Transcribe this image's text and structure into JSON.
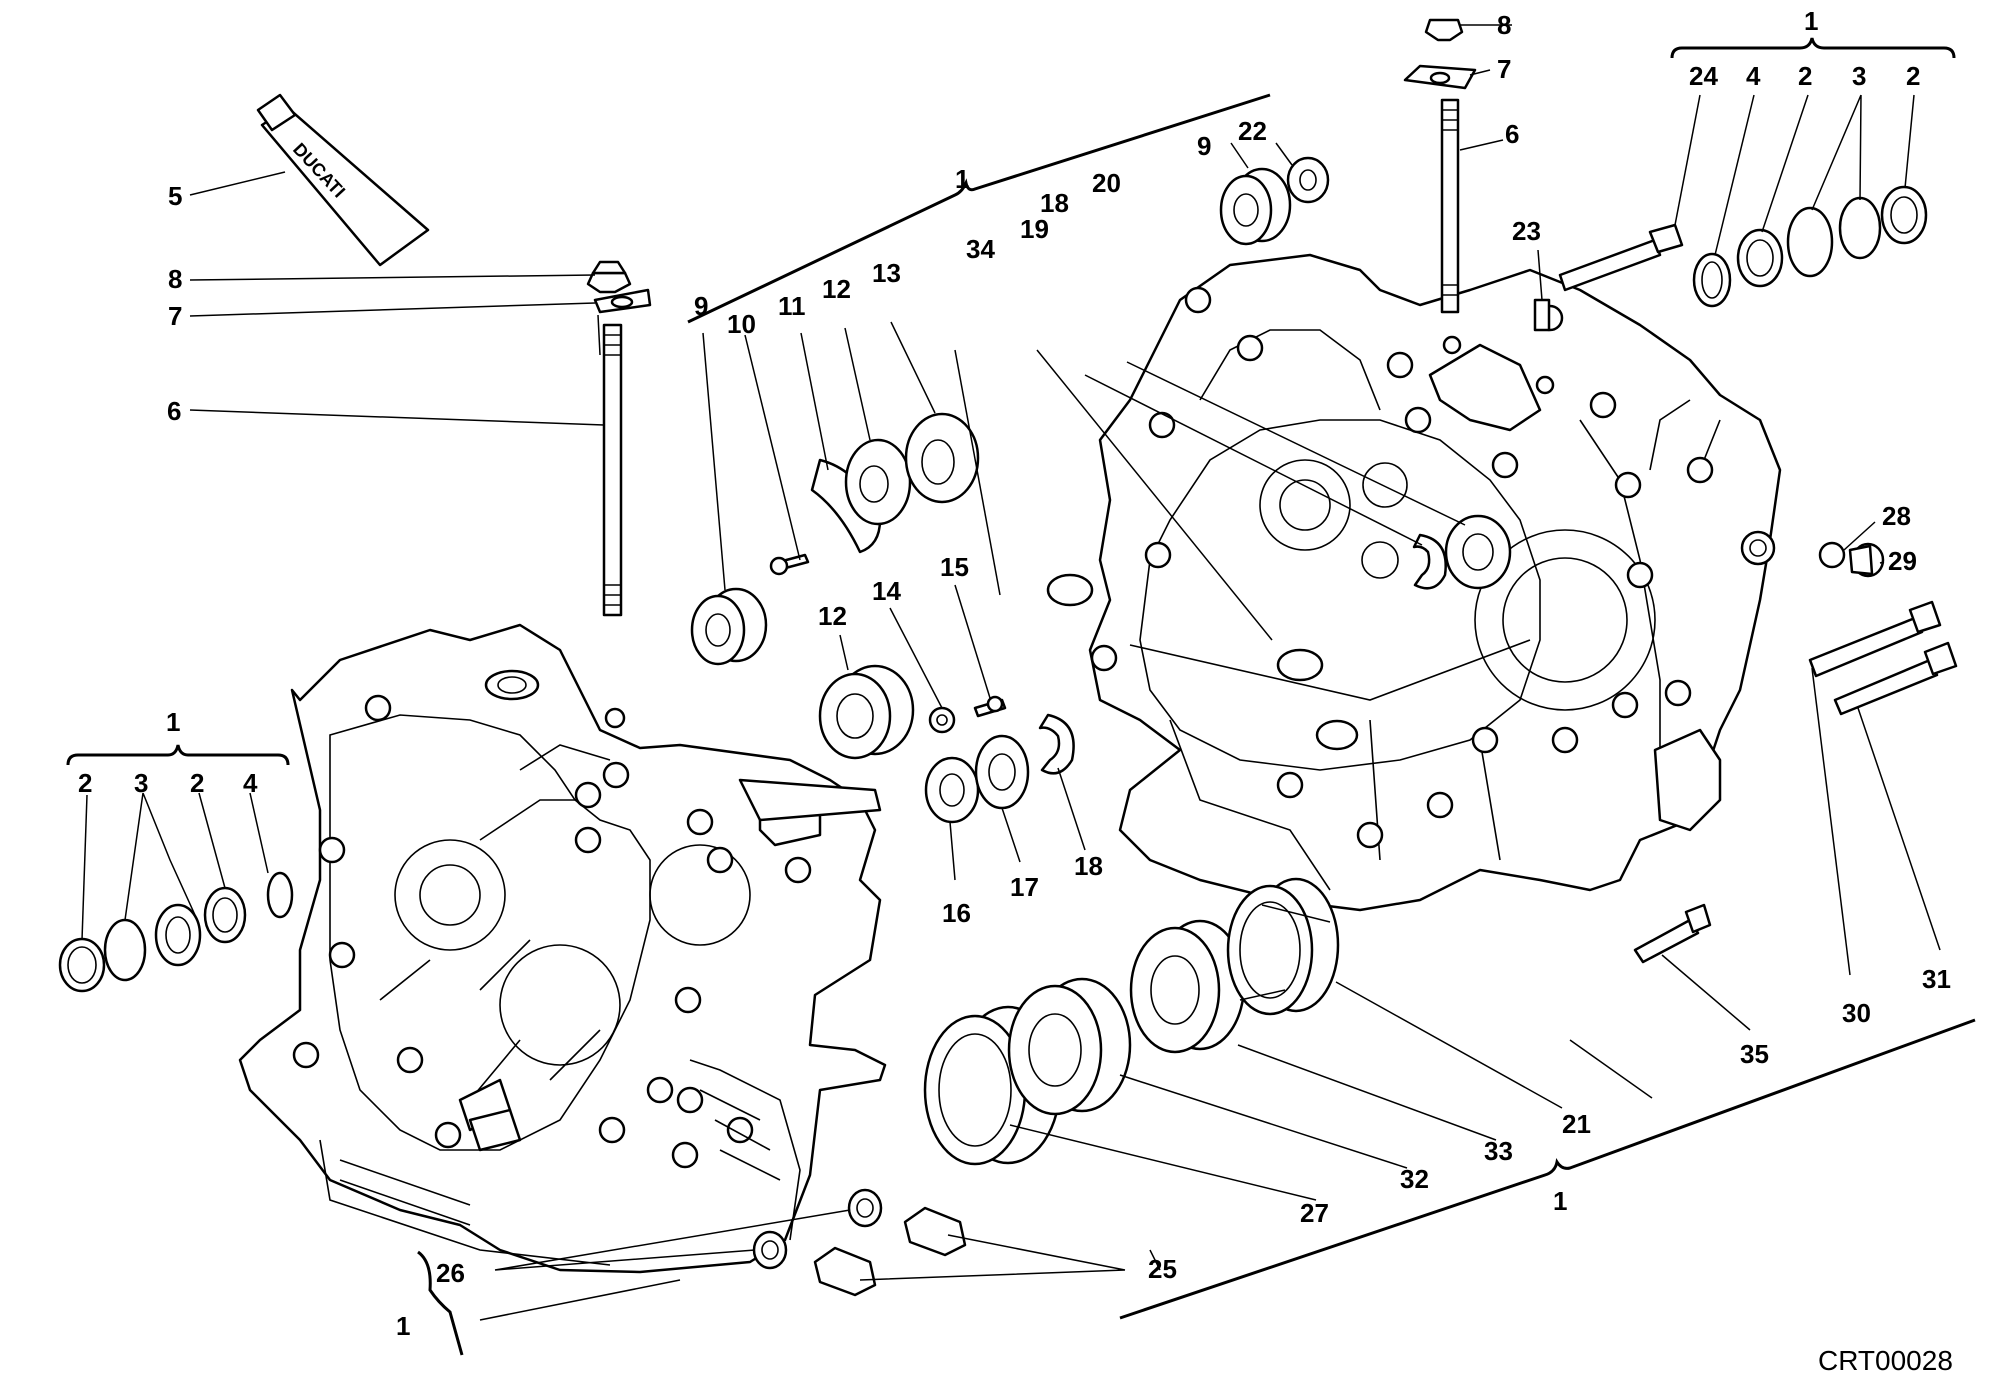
{
  "diagram": {
    "code": "CRT00028",
    "tube_logo": "DUCATI",
    "callouts": {
      "c1_left": "1",
      "c1_bottomleft": "1",
      "c1_top": "1",
      "c1_topright": "1",
      "c1_bottomright": "1",
      "c2_a": "2",
      "c2_b": "2",
      "c2_c": "2",
      "c2_d": "2",
      "c3_a": "3",
      "c3_b": "3",
      "c4_a": "4",
      "c4_b": "4",
      "c5": "5",
      "c6_a": "6",
      "c6_b": "6",
      "c7_a": "7",
      "c7_b": "7",
      "c8_a": "8",
      "c8_b": "8",
      "c9_a": "9",
      "c9_b": "9",
      "c10": "10",
      "c11": "11",
      "c12_a": "12",
      "c12_b": "12",
      "c13": "13",
      "c14": "14",
      "c15": "15",
      "c16": "16",
      "c17": "17",
      "c18_a": "18",
      "c18_b": "18",
      "c19": "19",
      "c20": "20",
      "c21": "21",
      "c22": "22",
      "c23": "23",
      "c24": "24",
      "c25": "25",
      "c26": "26",
      "c27": "27",
      "c28": "28",
      "c29": "29",
      "c30": "30",
      "c31": "31",
      "c32": "32",
      "c33": "33",
      "c34": "34",
      "c35": "35"
    }
  }
}
